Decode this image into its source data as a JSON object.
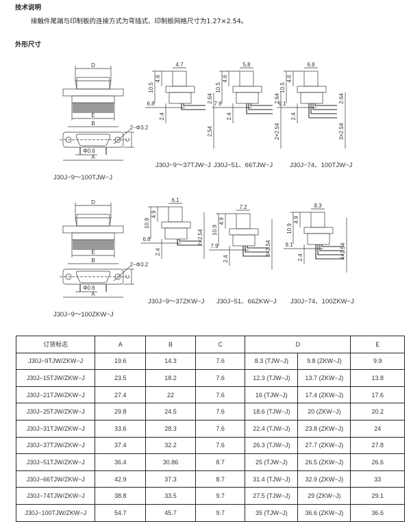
{
  "heading_tech": "技术说明",
  "tech_text": "接触件尾端与印制板的连接方式为弯插式、印制板网格尺寸为1.27×2.54。",
  "heading_dims": "外形尺寸",
  "front_views": [
    {
      "caption": "J30J−9～100TJW−J",
      "labels": {
        "D": "D",
        "E": "E",
        "B": "B",
        "C": "C",
        "A": "A",
        "hole": "2−Φ3.2",
        "pin": "Φ0.6"
      }
    },
    {
      "caption": "J30J−9～100ZKW−J",
      "labels": {
        "D": "D",
        "E": "E",
        "B": "B",
        "C": "C",
        "A": "A",
        "hole": "2−Φ3.2",
        "pin": "Φ0.6"
      }
    }
  ],
  "side_views": [
    {
      "caption": "J30J−9～37TJW−J",
      "width": "4.7",
      "height": "10.5",
      "upper": "4.6",
      "offset": "6.8",
      "tail": "2.4",
      "pitch1": "2.64",
      "pitch2": "2.54"
    },
    {
      "caption": "J30J−51、66TJW−J",
      "width": "5.8",
      "height": "10.5",
      "upper": "4.6",
      "offset": "7.9",
      "tail": "2.4",
      "pitch1": "2.64",
      "pitch2": "2×2.54"
    },
    {
      "caption": "J30J−74、100TJW−J",
      "width": "6.8",
      "height": "10.5",
      "upper": "4.6",
      "offset": "9.1",
      "tail": "2.4",
      "pitch1": "2.64",
      "pitch2": "3×2.54"
    },
    {
      "caption": "J30J−9～37ZKW−J",
      "width": "6.1",
      "height": "10.9",
      "upper": "4.9",
      "offset": "6.8",
      "tail": "2.4",
      "pitch2": "2×2.54"
    },
    {
      "caption": "J30J−51、66ZKW−J",
      "width": "7.2",
      "height": "10.9",
      "upper": "4.9",
      "offset": "7.9",
      "tail": "2.4",
      "pitch2": "3×2.54"
    },
    {
      "caption": "J30J−74、100ZKW−J",
      "width": "8.3",
      "height": "10.9",
      "upper": "4.9",
      "offset": "9.1",
      "tail": "2.4",
      "pitch2": "4×2.54"
    }
  ],
  "table": {
    "header": [
      "订货标志",
      "A",
      "B",
      "C",
      "D",
      "E"
    ],
    "rows": [
      [
        "J30J−9TJW/ZKW−J",
        "19.6",
        "14.3",
        "7.6",
        "8.3 (TJW−J)",
        "9.8 (ZKW−J)",
        "9.9"
      ],
      [
        "J30J−15TJW/ZKW−J",
        "23.5",
        "18.2",
        "7.6",
        "12.3 (TJW−J)",
        "13.7 (ZKW−J)",
        "13.8"
      ],
      [
        "J30J−21TJW/ZKW−J",
        "27.4",
        "22",
        "7.6",
        "16 (TJW−J)",
        "17.4 (ZKW−J)",
        "17.6"
      ],
      [
        "J30J−25TJW/ZKW−J",
        "29.8",
        "24.5",
        "7.6",
        "18.6 (TJW−J)",
        "20 (ZKW−J)",
        "20.2"
      ],
      [
        "J30J−31TJW/ZKW−J",
        "33.6",
        "28.3",
        "7.6",
        "22.4 (TJW−J)",
        "23.8 (ZKW−J)",
        "24"
      ],
      [
        "J30J−37TJW/ZKW−J",
        "37.4",
        "32.2",
        "7.6",
        "26.3 (TJW−J)",
        "27.7 (ZKW−J)",
        "27.8"
      ],
      [
        "J30J−51TJW/ZKW−J",
        "36.4",
        "30.86",
        "8.7",
        "25 (TJW−J)",
        "26.5 (ZKW−J)",
        "26.6"
      ],
      [
        "J30J−66TJW/ZKW−J",
        "42.9",
        "37.3",
        "8.7",
        "31.4 (TJW−J)",
        "32.9 (ZKW−J)",
        "33"
      ],
      [
        "J30J−74TJW/ZKW−J",
        "38.8",
        "33.5",
        "9.7",
        "27.5 (TJW−J)",
        "29 (ZKW−J)",
        "29.1"
      ],
      [
        "J30J−100TJW/ZKW−J",
        "54.7",
        "45.7",
        "9.7",
        "35 (TJW−J)",
        "36.6 (ZKW−J)",
        "36.6"
      ]
    ]
  }
}
